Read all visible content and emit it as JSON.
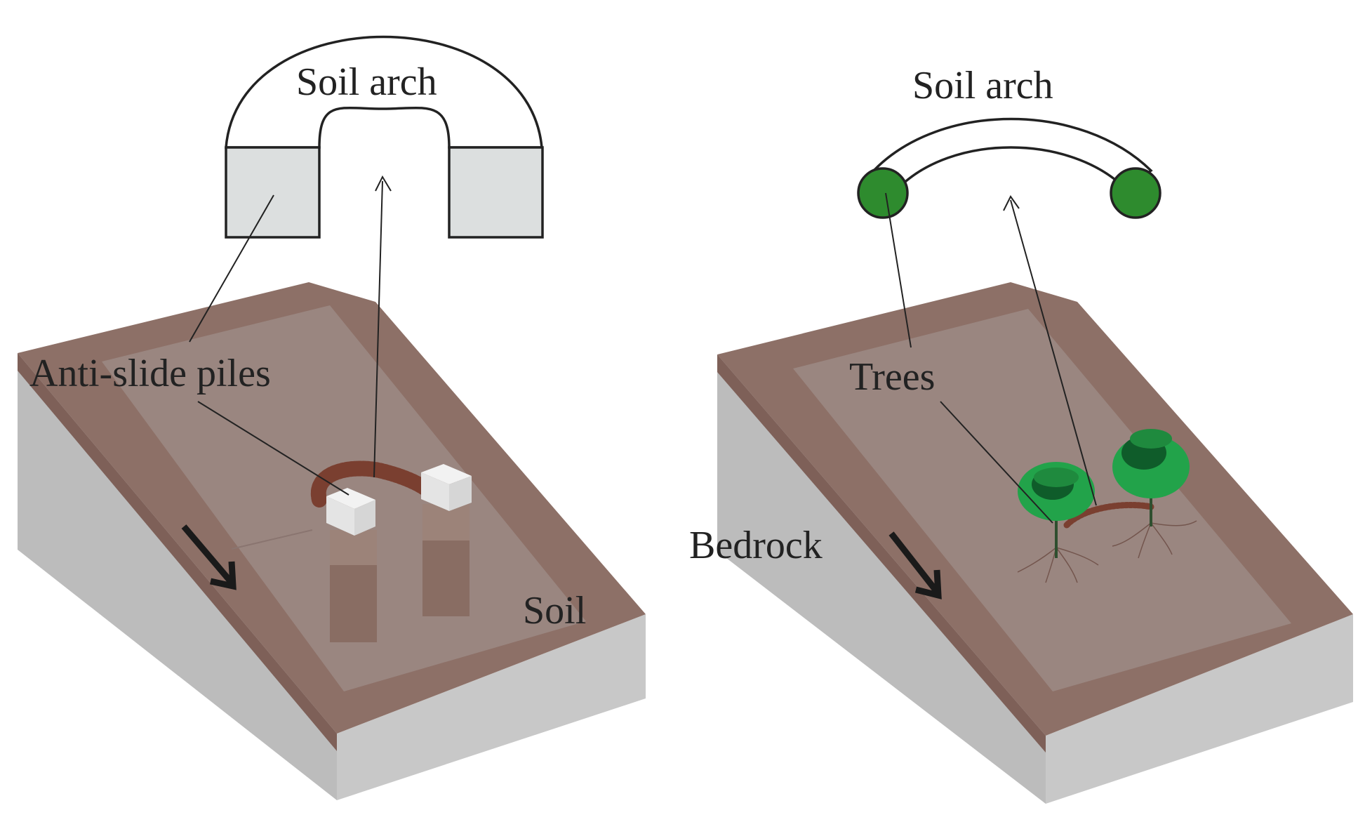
{
  "left_panel": {
    "arch_label": "Soil arch",
    "piles_label": "Anti-slide piles",
    "soil_label": "Soil"
  },
  "right_panel": {
    "arch_label": "Soil arch",
    "trees_label": "Trees",
    "bedrock_label": "Bedrock"
  },
  "colors": {
    "bedrock_side": "#bcbcbc",
    "soil_rim": "#8d7067",
    "soil_face": "#9a8680",
    "soil_front": "#8b6b62",
    "pile_fill": "#dcdfdf",
    "tree_node": "#2e8b2e",
    "tree_foliage": "#22a34a",
    "tree_foliage_dark": "#0f5c2a",
    "arch_dots": "#7a3f30"
  }
}
